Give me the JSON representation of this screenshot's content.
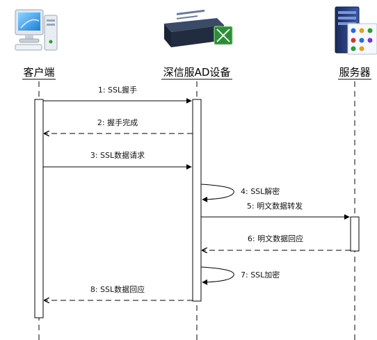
{
  "participants": [
    {
      "id": "client",
      "label": "客户端",
      "icon": "desktop-computer-icon"
    },
    {
      "id": "ad",
      "label": "深信服AD设备",
      "icon": "network-appliance-icon"
    },
    {
      "id": "server",
      "label": "服务器",
      "icon": "server-tower-icon"
    }
  ],
  "messages": [
    {
      "label": "1: SSL握手",
      "from": "client",
      "to": "ad",
      "style": "solid"
    },
    {
      "label": "2: 握手完成",
      "from": "ad",
      "to": "client",
      "style": "dashed"
    },
    {
      "label": "3: SSL数据请求",
      "from": "client",
      "to": "ad",
      "style": "solid"
    },
    {
      "label": "4: SSL解密",
      "from": "ad",
      "to": "ad",
      "style": "self"
    },
    {
      "label": "5: 明文数据转发",
      "from": "ad",
      "to": "server",
      "style": "solid"
    },
    {
      "label": "6: 明文数据回应",
      "from": "server",
      "to": "ad",
      "style": "dashed"
    },
    {
      "label": "7: SSL加密",
      "from": "ad",
      "to": "ad",
      "style": "self"
    },
    {
      "label": "8: SSL数据回应",
      "from": "ad",
      "to": "client",
      "style": "dashed"
    }
  ],
  "colors": {
    "line": "#000000",
    "text": "#111111"
  }
}
